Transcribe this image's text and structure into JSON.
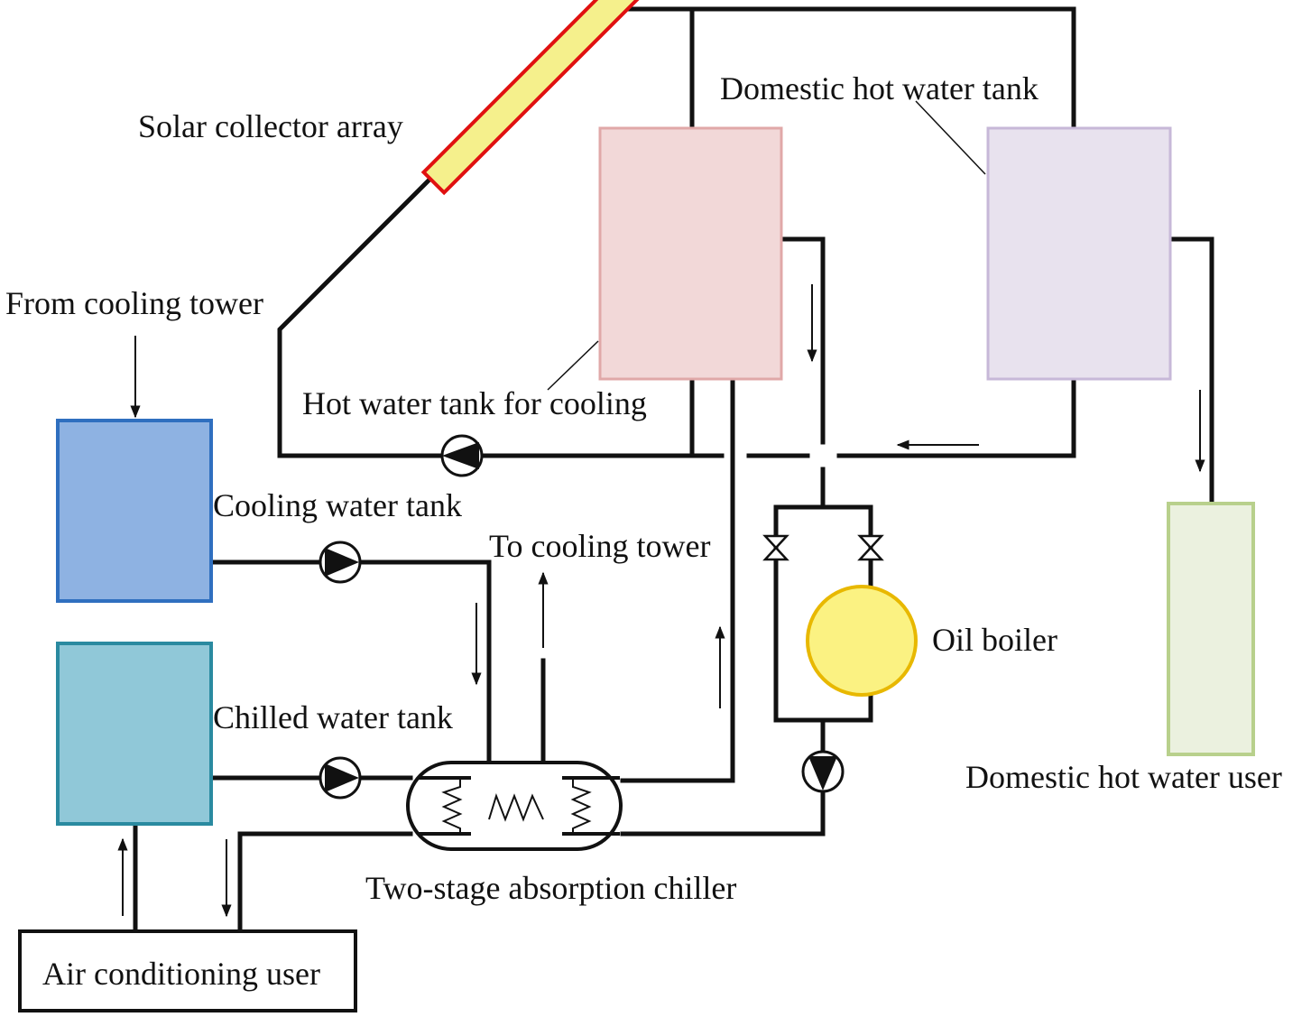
{
  "labels": {
    "solar": "Solar collector array",
    "dhw_tank": "Domestic hot water tank",
    "from_ct": "From cooling tower",
    "hot_tank": "Hot water tank for cooling",
    "cooling_tank": "Cooling water tank",
    "to_ct": "To cooling tower",
    "oil_boiler": "Oil boiler",
    "chilled_tank": "Chilled water tank",
    "dhw_user": "Domestic hot water user",
    "chiller": "Two-stage absorption chiller",
    "ac_user": "Air conditioning user"
  },
  "colors": {
    "hot_tank_fill": "#f2d8d8",
    "hot_tank_stroke": "#e0a8a8",
    "dhw_tank_fill": "#e8e2ee",
    "dhw_tank_stroke": "#c7b8d8",
    "cooling_tank_fill": "#8eb2e2",
    "cooling_tank_stroke": "#2f6fbf",
    "chilled_tank_fill": "#90c8d8",
    "chilled_tank_stroke": "#2a8aa0",
    "dhw_user_fill": "#ebf1df",
    "dhw_user_stroke": "#b8d08c",
    "solar_fill": "#f5f08c",
    "solar_stroke": "#e01010",
    "boiler_fill": "#fbf282",
    "boiler_stroke": "#e8b800"
  }
}
